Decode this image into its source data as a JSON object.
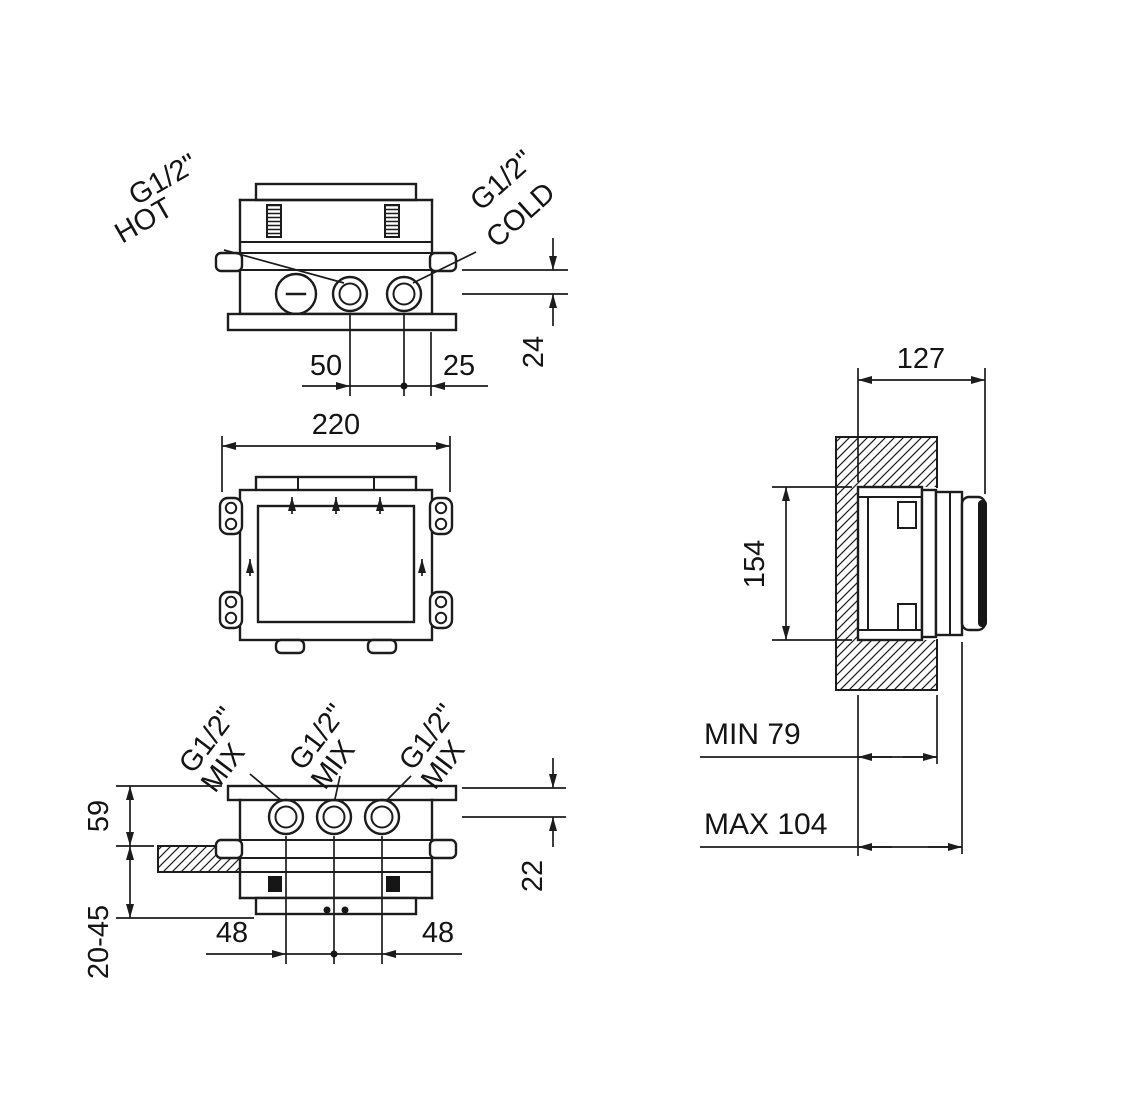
{
  "top_view": {
    "hot": {
      "l1": "G1/2\"",
      "l2": "HOT"
    },
    "cold": {
      "l1": "G1/2\"",
      "l2": "COLD"
    },
    "dim_spacing": "50",
    "dim_offset": "25",
    "dim_depth": "24"
  },
  "front_view": {
    "dim_width": "220"
  },
  "bottom_view": {
    "mix_left": {
      "l1": "G1/2\"",
      "l2": "MIX"
    },
    "mix_center": {
      "l1": "G1/2\"",
      "l2": "MIX"
    },
    "mix_right": {
      "l1": "G1/2\"",
      "l2": "MIX"
    },
    "dim_flange": "59",
    "dim_wall": "20-45",
    "dim_left": "48",
    "dim_right": "48",
    "dim_depth": "22"
  },
  "side_view": {
    "dim_total": "127",
    "dim_height": "154",
    "dim_min": "MIN 79",
    "dim_max": "MAX 104"
  }
}
